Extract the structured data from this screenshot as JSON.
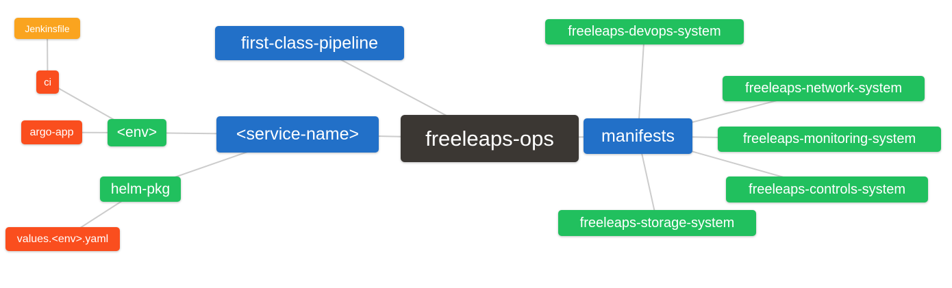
{
  "colors": {
    "root_bg": "#3b3733",
    "level1_bg": "#2270c8",
    "green_bg": "#21c05e",
    "red_bg": "#fa4e1e",
    "orange_bg": "#faa41f",
    "edge": "#cccccc",
    "text": "#ffffff",
    "background": "#ffffff"
  },
  "mindmap": {
    "type": "mindmap",
    "root_id": "freeleaps_ops",
    "nodes": {
      "freeleaps_ops": {
        "label": "freeleaps-ops",
        "color": "#3b3733"
      },
      "first_class_pipeline": {
        "label": "first-class-pipeline",
        "color": "#2270c8"
      },
      "service_name": {
        "label": "<service-name>",
        "color": "#2270c8"
      },
      "manifests": {
        "label": "manifests",
        "color": "#2270c8"
      },
      "env": {
        "label": "<env>",
        "color": "#21c05e"
      },
      "helm_pkg": {
        "label": "helm-pkg",
        "color": "#21c05e"
      },
      "ci": {
        "label": "ci",
        "color": "#fa4e1e"
      },
      "argo_app": {
        "label": "argo-app",
        "color": "#fa4e1e"
      },
      "jenkinsfile": {
        "label": "Jenkinsfile",
        "color": "#faa41f"
      },
      "values_env_yaml": {
        "label": "values.<env>.yaml",
        "color": "#fa4e1e"
      },
      "devops_system": {
        "label": "freeleaps-devops-system",
        "color": "#21c05e"
      },
      "network_system": {
        "label": "freeleaps-network-system",
        "color": "#21c05e"
      },
      "monitoring_system": {
        "label": "freeleaps-monitoring-system",
        "color": "#21c05e"
      },
      "controls_system": {
        "label": "freeleaps-controls-system",
        "color": "#21c05e"
      },
      "storage_system": {
        "label": "freeleaps-storage-system",
        "color": "#21c05e"
      }
    },
    "edges": [
      [
        "jenkinsfile",
        "ci"
      ],
      [
        "ci",
        "env"
      ],
      [
        "argo_app",
        "env"
      ],
      [
        "env",
        "service_name"
      ],
      [
        "helm_pkg",
        "service_name"
      ],
      [
        "values_env_yaml",
        "helm_pkg"
      ],
      [
        "first_class_pipeline",
        "freeleaps_ops"
      ],
      [
        "service_name",
        "freeleaps_ops"
      ],
      [
        "freeleaps_ops",
        "manifests"
      ],
      [
        "manifests",
        "devops_system"
      ],
      [
        "manifests",
        "network_system"
      ],
      [
        "manifests",
        "monitoring_system"
      ],
      [
        "manifests",
        "controls_system"
      ],
      [
        "manifests",
        "storage_system"
      ]
    ]
  }
}
